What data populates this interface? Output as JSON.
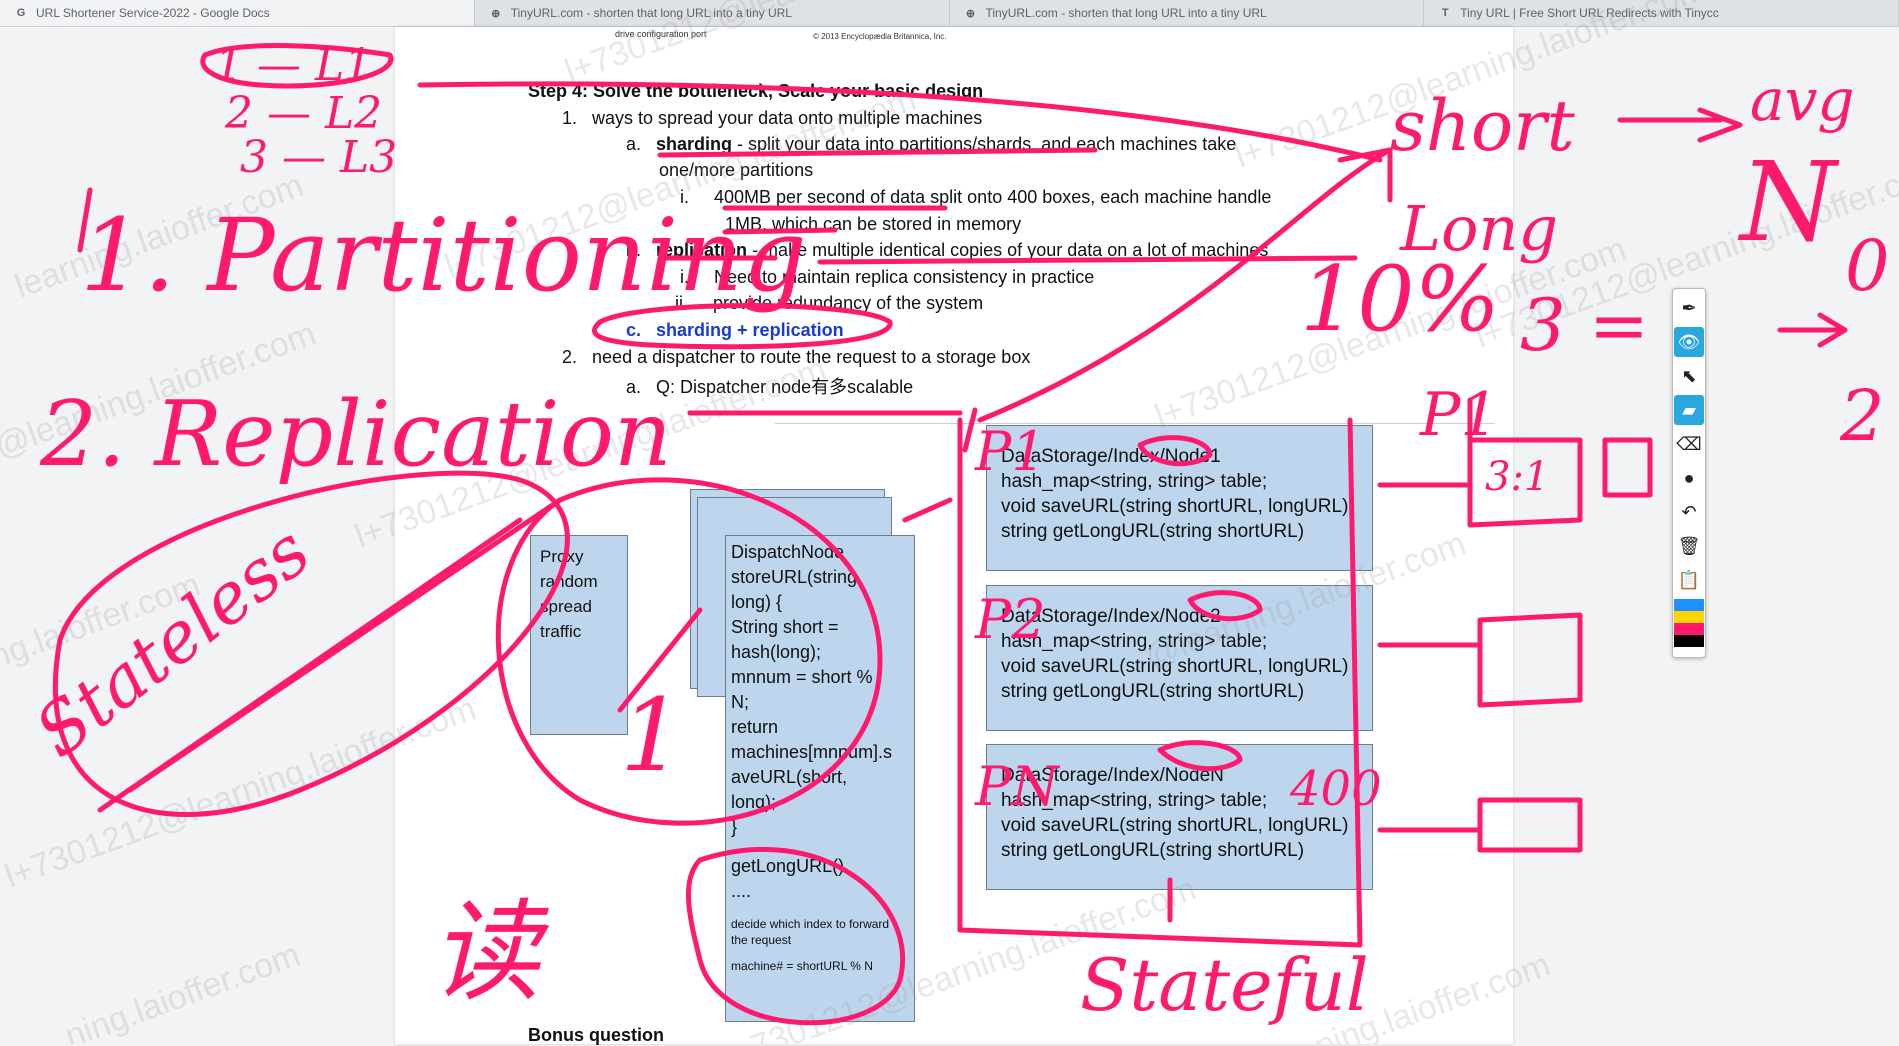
{
  "browser": {
    "tabs": [
      {
        "icon": "google-docs-icon",
        "title": "URL Shortener Service-2022 - Google Docs",
        "active": true
      },
      {
        "icon": "globe-icon",
        "title": "TinyURL.com - shorten that long URL into a tiny URL",
        "active": false
      },
      {
        "icon": "globe-icon",
        "title": "TinyURL.com - shorten that long URL into a tiny URL",
        "active": false
      },
      {
        "icon": "tinycc-icon",
        "title": "Tiny URL | Free Short URL Redirects with Tinycc",
        "active": false
      }
    ]
  },
  "document": {
    "captions": {
      "drive_config": "drive configuration port",
      "copyright": "© 2013 Encyclopædia Britannica, Inc."
    },
    "step_title": "Step 4: Solve the bottleneck, Scale your basic design",
    "items": {
      "l1_num": "1.",
      "l1_text": "ways to spread your data onto multiple machines",
      "sharding_num": "a.",
      "sharding_bold": "sharding",
      "sharding_text": " - split your data into partitions/shards, and each machines take",
      "sharding_text2": "one/more partitions",
      "sharding_i_num": "i.",
      "sharding_i_text": "400MB per second of data split onto 400 boxes, each machine handle",
      "sharding_i_text2": "1MB, which can be stored in memory",
      "replication_num": "b.",
      "replication_bold": "replication",
      "replication_text": " - make multiple identical copies of your data on a lot of machines",
      "replication_i_num": "i.",
      "replication_i_text": "Need to maintain replica consistency in practice",
      "replication_ii_num": "ii.",
      "replication_ii_text": "provide redundancy of the system",
      "combo_num": "c.",
      "combo_text": "sharding + replication",
      "l2_num": "2.",
      "l2_text": "need a dispatcher to route the request to a storage box",
      "l2a_num": "a.",
      "l2a_text": "Q: Dispatcher node有多scalable"
    },
    "diagram": {
      "proxy_lines": [
        "Proxy",
        "random",
        "spread",
        "traffic"
      ],
      "dispatch_lines": [
        "DispatchNode",
        "storeURL(string",
        "long) {",
        "  String short =",
        "hash(long);",
        "  mnnum = short %",
        "N;",
        "  return",
        "machines[mnnum].s",
        "aveURL(short,",
        "long);",
        "}"
      ],
      "dispatch_get": "getLongURL()",
      "dispatch_dots": "....",
      "dispatch_note": "decide which index to forward the request",
      "dispatch_formula": "machine# = shortURL % N",
      "storage_nodes": [
        {
          "title": "DataStorage/Index/Node1",
          "l1": "hash_map<string, string> table;",
          "l2": "void saveURL(string shortURL, longURL)",
          "l3": "string getLongURL(string shortURL)"
        },
        {
          "title": "DataStorage/Index/Node2",
          "l1": "hash_map<string, string> table;",
          "l2": "void saveURL(string shortURL, longURL)",
          "l3": "string getLongURL(string shortURL)"
        },
        {
          "title": "DataStorage/Index/NodeN",
          "l1": "hash_map<string, string> table;",
          "l2": "void saveURL(string shortURL, longURL)",
          "l3": "string getLongURL(string shortURL)"
        }
      ]
    },
    "bonus": "Bonus question"
  },
  "watermark": {
    "texts": [
      "l+7301212@learning.laioffer.com",
      "learning.laioffer.com",
      "l+7301212@learning.laioffer.com",
      "@learning.laioffer.com",
      "l+7301212@learning.laioffer.com",
      "ning.laioffer.com",
      "l+7301212@learning.laioffer.com",
      "ning.laioffer.com",
      "l+7301212@learning.laioffer.com",
      "l+7301212@learning.laioffer.com",
      "@learning.laioffer.com",
      "ning.laioffer.com",
      "l+7301212@learning.laioffer.com",
      "l+7301212@learning.laioffer.com"
    ]
  },
  "annotations": {
    "color": "#ff1a6e",
    "labels": {
      "partitioning": "1. Partitioning",
      "replication": "2. Replication",
      "stateless": "Stateless",
      "stateful": "Stateful",
      "short_long": "short",
      "long_label": "Long",
      "ten_percent": "10%",
      "three": "3 =",
      "n": "N",
      "p1": "P1",
      "p2": "P2",
      "pn": "PN",
      "hundred": "400",
      "cn_char": "读",
      "one": "1",
      "two": "2",
      "zero": "0",
      "l1": "1 — L1",
      "l2": "2 — L2",
      "l3": "3 — L3",
      "box1": "3:1",
      "avg": "avg"
    }
  },
  "toolbar": {
    "tools": [
      {
        "name": "pen-tool",
        "icon": "pen-icon",
        "glyph": "✒",
        "active": false
      },
      {
        "name": "eye-tool",
        "icon": "eye-icon",
        "glyph": "👁",
        "active": true
      },
      {
        "name": "pointer-tool",
        "icon": "cursor-icon",
        "glyph": "⬉",
        "active": false
      },
      {
        "name": "highlighter-tool",
        "icon": "highlighter-icon",
        "glyph": "▰",
        "active": true
      },
      {
        "name": "eraser-tool",
        "icon": "eraser-icon",
        "glyph": "⌫",
        "active": false
      },
      {
        "name": "dot-tool",
        "icon": "dot-icon",
        "glyph": "●",
        "active": false
      },
      {
        "name": "undo-tool",
        "icon": "undo-icon",
        "glyph": "↶",
        "active": false
      },
      {
        "name": "trash-tool",
        "icon": "trash-icon",
        "glyph": "🗑",
        "active": false
      },
      {
        "name": "clipboard-tool",
        "icon": "clipboard-icon",
        "glyph": "📋",
        "active": false
      }
    ],
    "swatch_colors": [
      "#1e90ff",
      "#ffd400",
      "#ff1a6e",
      "#000000"
    ]
  }
}
